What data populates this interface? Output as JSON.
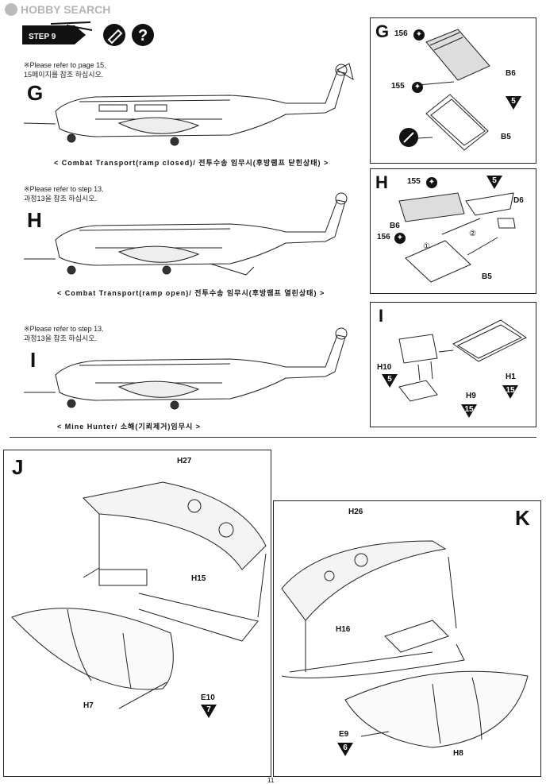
{
  "watermark": {
    "text": "HOBBY SEARCH"
  },
  "step": {
    "label": "STEP 9",
    "icons": [
      "glue-icon",
      "question-icon"
    ]
  },
  "sections": {
    "g": {
      "letter": "G",
      "note_en": "※Please refer to page 15.",
      "note_ko": "15페이지를 참조 하십시오.",
      "caption": "< Combat Transport(ramp closed)/ 전투수송 임무시(후방램프 닫힌상태) >"
    },
    "h": {
      "letter": "H",
      "note_en": "※Please refer to step 13.",
      "note_ko": "과정13을 참조 하십시오.",
      "caption": "< Combat Transport(ramp open)/ 전투수송 임무시(후방램프 열린상태) >"
    },
    "i": {
      "letter": "I",
      "note_en": "※Please refer to step 13.",
      "note_ko": "과정13을 참조 하십시오.",
      "caption": "< Mine Hunter/ 소해(기뢰제거)임무시 >"
    }
  },
  "detail_g": {
    "letter": "G",
    "parts": {
      "p156": "156",
      "p155": "155",
      "b6": "B6",
      "b5": "B5"
    },
    "badge": "5"
  },
  "detail_h": {
    "letter": "H",
    "parts": {
      "p155": "155",
      "p156": "156",
      "b6": "B6",
      "d6": "D6",
      "b5": "B5",
      "step1": "①",
      "step2": "②"
    },
    "badge": "5"
  },
  "detail_i": {
    "letter": "I",
    "parts": {
      "h10": "H10",
      "h9": "H9",
      "h1": "H1"
    },
    "badges": {
      "h10": "5",
      "h9": "15",
      "h1": "15"
    }
  },
  "panel_j": {
    "letter": "J",
    "parts": {
      "h27": "H27",
      "h15": "H15",
      "h7": "H7",
      "e10": "E10"
    },
    "badge": "7"
  },
  "panel_k": {
    "letter": "K",
    "parts": {
      "h26": "H26",
      "h16": "H16",
      "h8": "H8",
      "e9": "E9"
    },
    "badge": "6"
  },
  "page_number": "11"
}
